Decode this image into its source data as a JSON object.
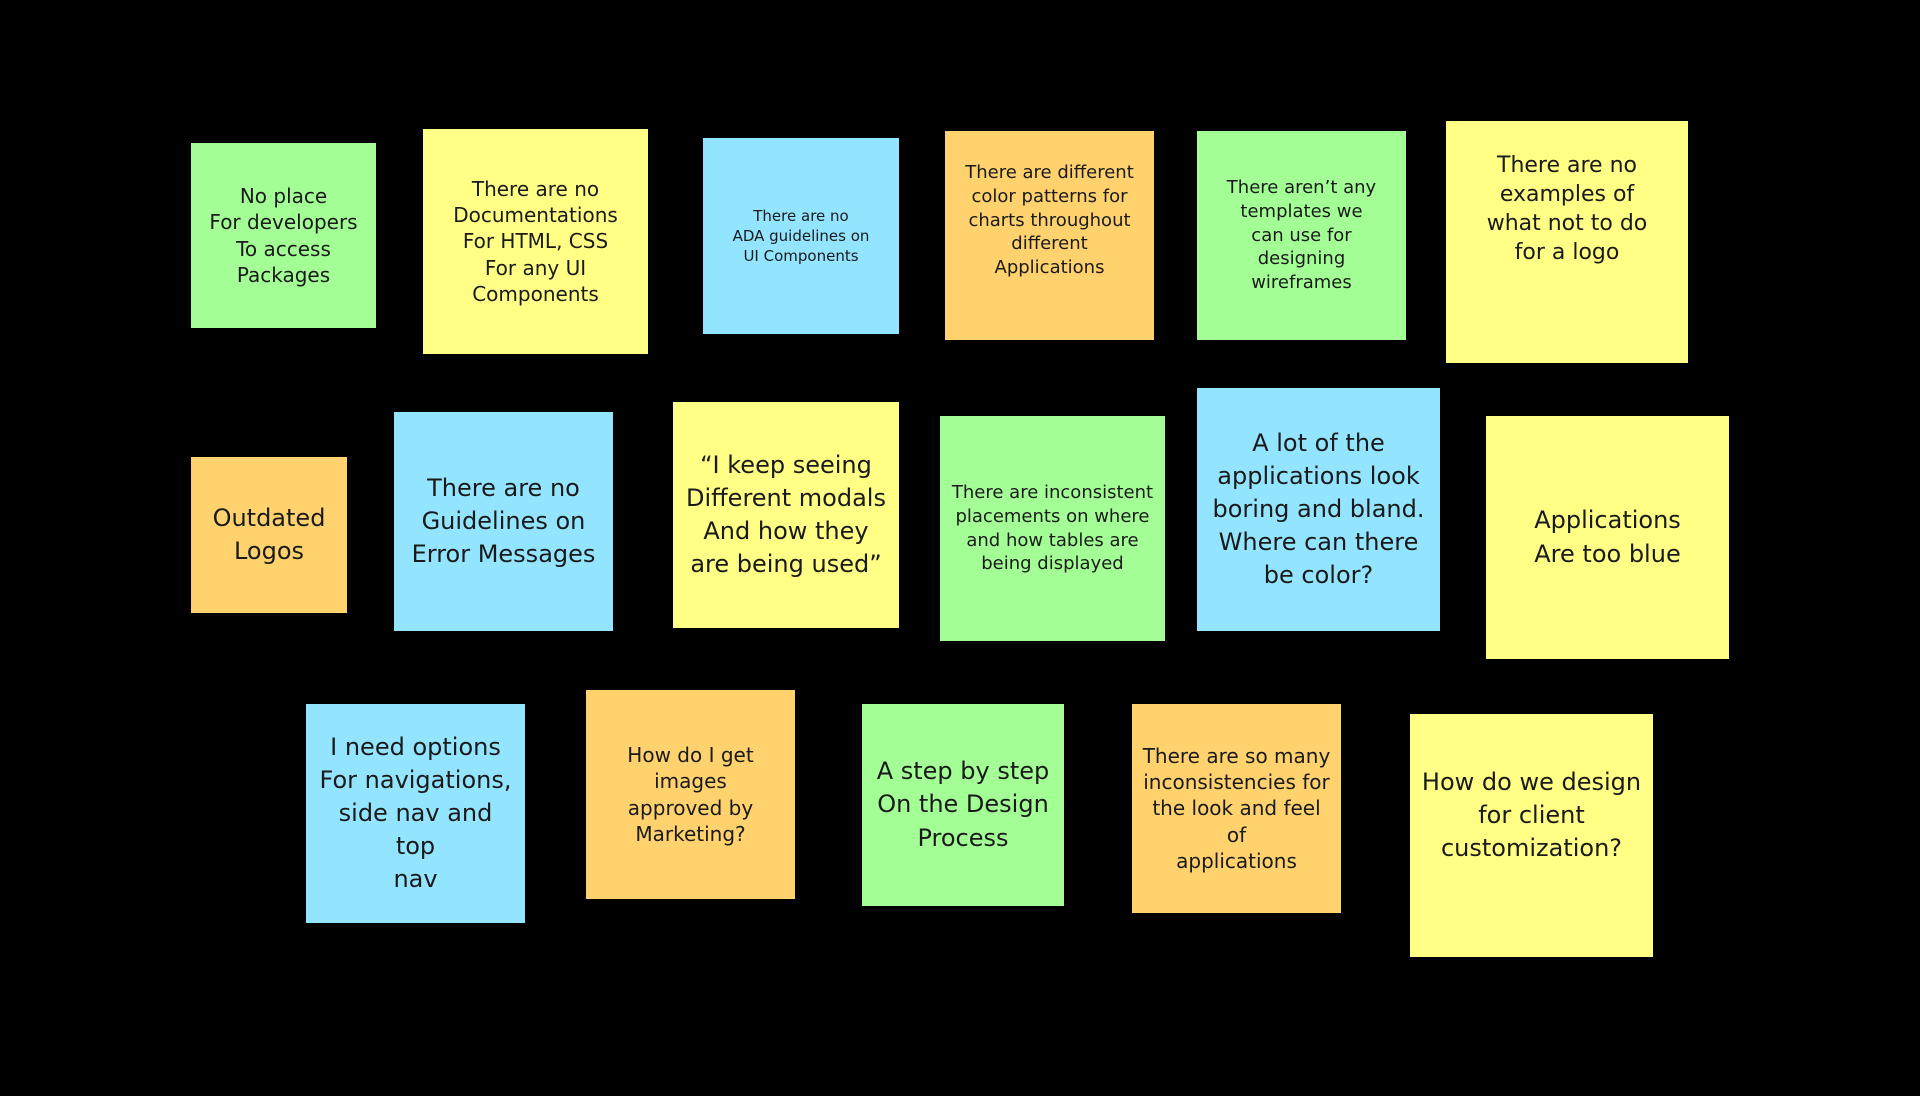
{
  "board": {
    "colors": {
      "background": "#000000",
      "green": "#a3ff95",
      "yellow": "#ffff85",
      "blue": "#93e5ff",
      "orange": "#ffd26e"
    },
    "notes": [
      {
        "text": "No place\nFor developers\nTo access\nPackages",
        "color": "green"
      },
      {
        "text": "There are no\nDocumentations\nFor HTML, CSS\nFor any UI\nComponents",
        "color": "yellow"
      },
      {
        "text": "There are no\nADA guidelines on\nUI Components",
        "color": "blue"
      },
      {
        "text": "There are different\ncolor patterns for\ncharts throughout\ndifferent\nApplications",
        "color": "orange"
      },
      {
        "text": "There aren’t any\ntemplates we\ncan use for\ndesigning\nwireframes",
        "color": "green"
      },
      {
        "text": "There are no\nexamples of\nwhat not to do\nfor a logo",
        "color": "yellow"
      },
      {
        "text": "Outdated\nLogos",
        "color": "orange"
      },
      {
        "text": "There are no\nGuidelines on\nError Messages",
        "color": "blue"
      },
      {
        "text": "“I keep seeing\nDifferent modals\nAnd how they\nare being used”",
        "color": "yellow"
      },
      {
        "text": "There are inconsistent\nplacements on where\nand how tables are\nbeing displayed",
        "color": "green"
      },
      {
        "text": "A lot of the\napplications look\nboring and bland.\nWhere can there\nbe color?",
        "color": "blue"
      },
      {
        "text": "Applications\nAre too blue",
        "color": "yellow"
      },
      {
        "text": "I need options\nFor navigations,\nside nav and top\nnav",
        "color": "blue"
      },
      {
        "text": "How do I get\nimages\napproved by\nMarketing?",
        "color": "orange"
      },
      {
        "text": "A step by step\nOn the Design\nProcess",
        "color": "green"
      },
      {
        "text": "There are so many\ninconsistencies for\nthe look and feel of\napplications",
        "color": "orange"
      },
      {
        "text": "How do we design\nfor client\ncustomization?",
        "color": "yellow"
      }
    ]
  }
}
